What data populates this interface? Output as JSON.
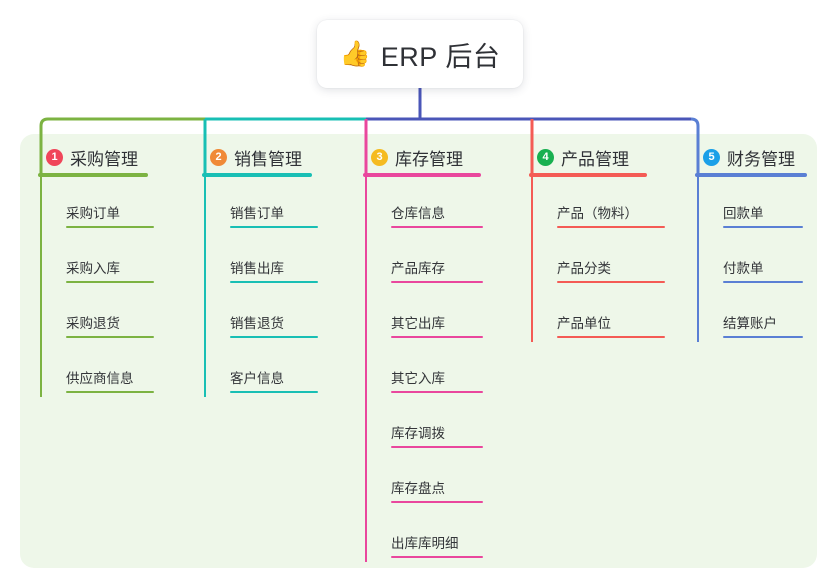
{
  "root": {
    "icon": "thumbs-up-icon",
    "emoji": "👍",
    "title": "ERP 后台"
  },
  "palette": {
    "panel_bg": "#eef7e9",
    "root_stem": "#4a56b8",
    "trunk_blue": "#4a56b8",
    "text": "#2f3136"
  },
  "columns": [
    {
      "index": "1",
      "title": "采购管理",
      "badge_color": "#f0465a",
      "line_color": "#7cb342",
      "items": [
        {
          "label": "采购订单"
        },
        {
          "label": "采购入库"
        },
        {
          "label": "采购退货"
        },
        {
          "label": "供应商信息"
        }
      ]
    },
    {
      "index": "2",
      "title": "销售管理",
      "badge_color": "#f08a37",
      "line_color": "#18bfb4",
      "items": [
        {
          "label": "销售订单"
        },
        {
          "label": "销售出库"
        },
        {
          "label": "销售退货"
        },
        {
          "label": "客户信息"
        }
      ]
    },
    {
      "index": "3",
      "title": "库存管理",
      "badge_color": "#f5bb20",
      "line_color": "#e9479d",
      "items": [
        {
          "label": "仓库信息"
        },
        {
          "label": "产品库存"
        },
        {
          "label": "其它出库"
        },
        {
          "label": "其它入库"
        },
        {
          "label": "库存调拨"
        },
        {
          "label": "库存盘点"
        },
        {
          "label": "出库库明细"
        }
      ]
    },
    {
      "index": "4",
      "title": "产品管理",
      "badge_color": "#18b050",
      "line_color": "#f45b55",
      "items": [
        {
          "label": "产品（物料）"
        },
        {
          "label": "产品分类"
        },
        {
          "label": "产品单位"
        }
      ]
    },
    {
      "index": "5",
      "title": "财务管理",
      "badge_color": "#1ba0e8",
      "line_color": "#5a7fd4",
      "items": [
        {
          "label": "回款单"
        },
        {
          "label": "付款单"
        },
        {
          "label": "结算账户"
        }
      ]
    }
  ]
}
